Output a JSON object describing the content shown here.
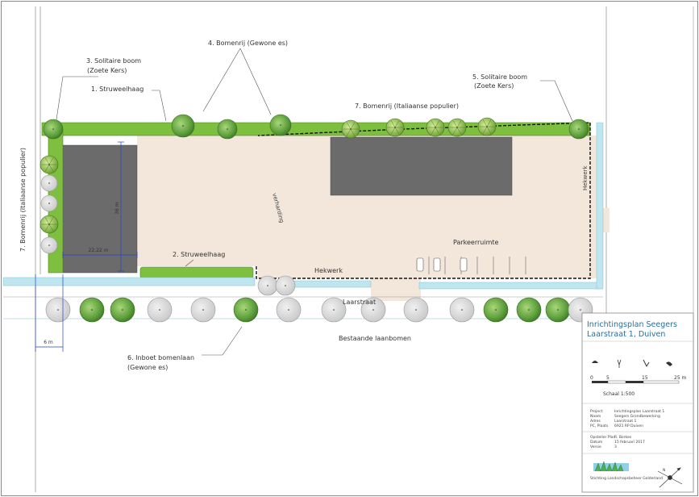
{
  "labels": {
    "struweelhaag_1": "1. Struweelhaag",
    "struweelhaag_2": "2. Struweelhaag",
    "solitaire_3_line1": "3. Solitaire boom",
    "solitaire_3_line2": "(Zoete Kers)",
    "bomenrij_4": "4. Bomenrij (Gewone es)",
    "solitaire_5_line1": "5. Solitaire boom",
    "solitaire_5_line2": "(Zoete Kers)",
    "inboet_6_line1": "6. Inboet bomenlaan",
    "inboet_6_line2": "(Gewone es)",
    "bomenrij_7_top": "7. Bomenrij (Italiaanse populier)",
    "bomenrij_7_left": "7. Bomenrij (Italiaanse populier)",
    "parkeerruimte": "Parkeerruimte",
    "hekwerk_bottom": "Hekwerk",
    "hekwerk_right": "Hekwerk",
    "verharding": "verharding",
    "laarstraat": "Laarstraat",
    "bestaande_laanbomen": "Bestaande laanbomen"
  },
  "dimensions": {
    "width": "22,22 m",
    "depth": "36 m",
    "offset": "6 m"
  },
  "titleblock": {
    "title_line1": "Inrichtingsplan Seegers",
    "title_line2": "Laarstraat 1, Duiven",
    "scale_ticks": [
      "0",
      "5",
      "15",
      "25 m"
    ],
    "scale_label": "Schaal 1:500",
    "project_key": "Project",
    "project_val": "Inrichtingsplan Laarstraat 1",
    "naam_key": "Naam",
    "naam_val": "Seegers Grondbewerking",
    "adres_key": "Adres",
    "adres_val": "Laarstraat 1",
    "pc_key": "PC, Plaats",
    "pc_val": "6921 RP Duiven",
    "opsteller_key": "Opsteller Plan",
    "opsteller_val": "R. Borkes",
    "datum_key": "Datum",
    "datum_val": "15 februari 2017",
    "versie_key": "Versie",
    "versie_val": "3",
    "logo_caption": "Stichting Landschapsbeheer Gelderland",
    "north_symbol": "N"
  },
  "colors": {
    "hedge": "#7fbf3f",
    "tree_green": "#6aa84f",
    "tree_gray": "#d9d9d9",
    "building": "#6b6b6b",
    "yard": "#f3e6da",
    "water": "#bfe6ef",
    "title": "#2a6f9a",
    "dimension": "#2244cc"
  }
}
